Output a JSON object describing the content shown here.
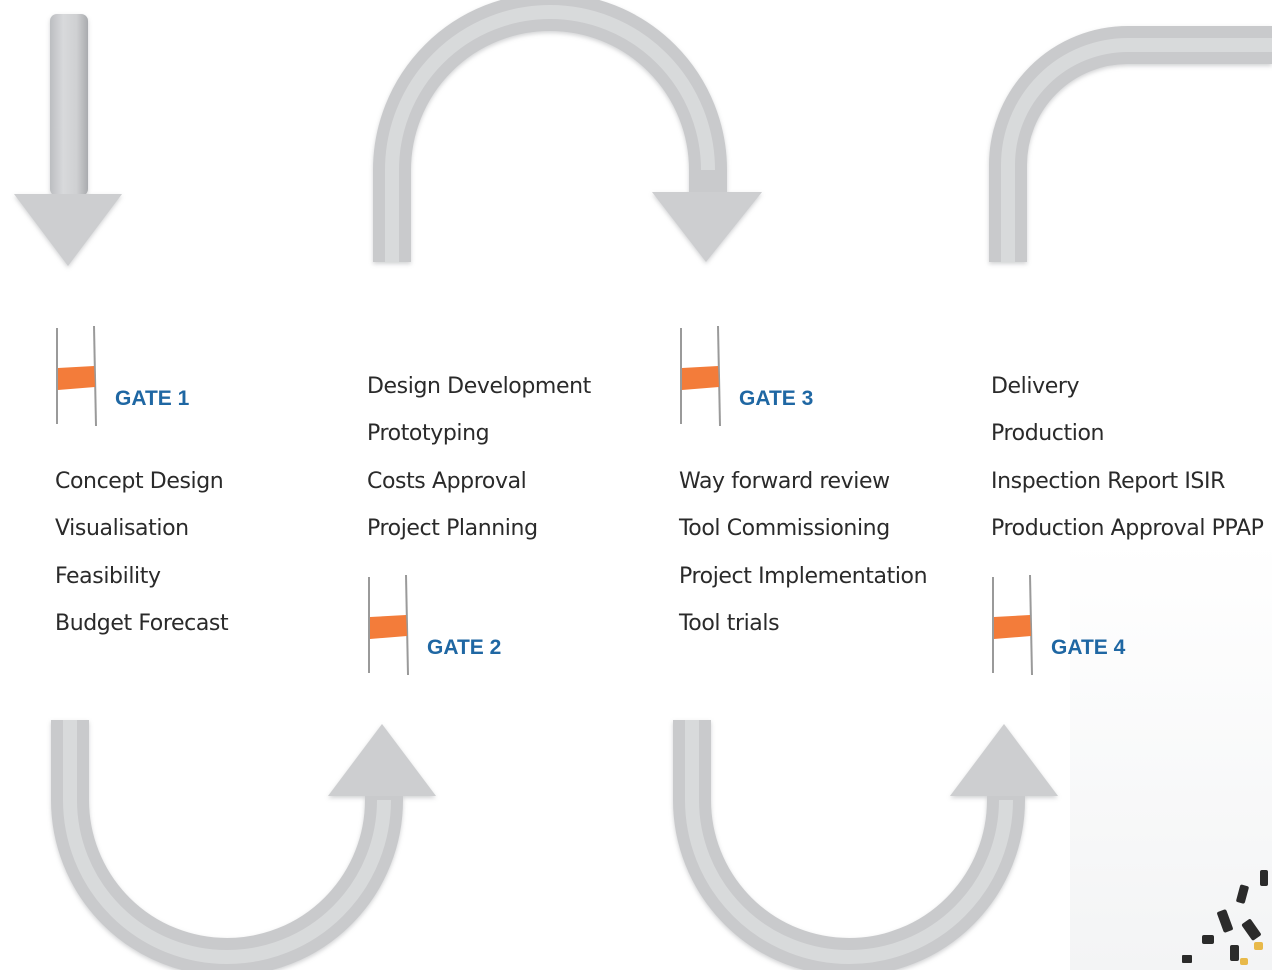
{
  "stages": [
    {
      "gate": "GATE 1",
      "items": [
        "Concept Design",
        "Visualisation",
        "Feasibility",
        "Budget Forecast"
      ]
    },
    {
      "gate": "GATE 2",
      "items": [
        "Design Development",
        "Prototyping",
        "Costs Approval",
        "Project Planning"
      ]
    },
    {
      "gate": "GATE 3",
      "items": [
        "Way forward review",
        "Tool Commissioning",
        "Project Implementation",
        "Tool trials"
      ]
    },
    {
      "gate": "GATE 4",
      "items": [
        "Delivery",
        "Production",
        "Inspection Report ISIR",
        "Production Approval PPAP"
      ]
    }
  ],
  "colors": {
    "gate_label": "#1f67a3",
    "flag": "#f37c3a",
    "arrow": "#d3d4d6",
    "text": "#2a2a2a"
  },
  "icons": [
    "down-arrow-icon",
    "u-turn-down-arrow-icon",
    "u-turn-up-arrow-icon",
    "gate-flag-icon"
  ]
}
